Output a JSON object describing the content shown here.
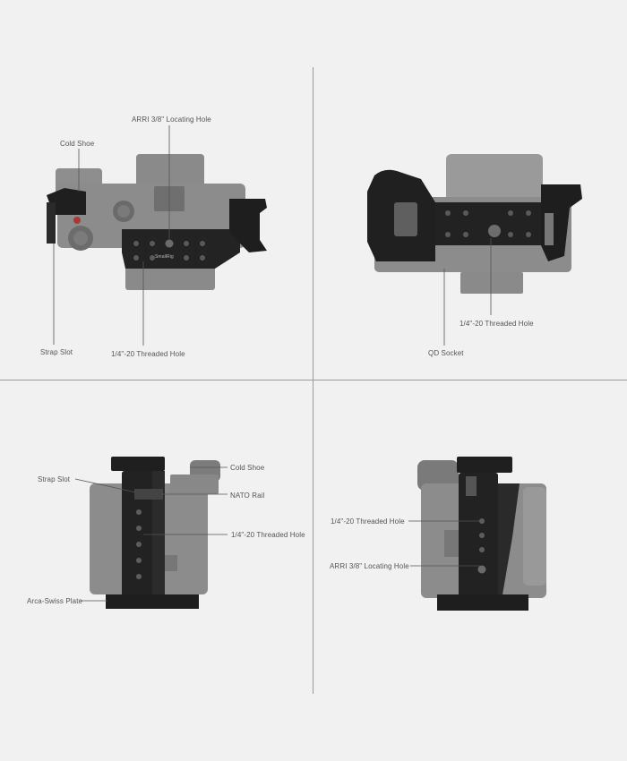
{
  "callouts": {
    "top_left": {
      "arri_locating_hole": "ARRI 3/8\" Locating Hole",
      "cold_shoe": "Cold Shoe",
      "strap_slot": "Strap Slot",
      "threaded_hole": "1/4\"-20 Threaded Hole"
    },
    "top_right": {
      "threaded_hole": "1/4\"-20 Threaded Hole",
      "qd_socket": "QD Socket"
    },
    "bottom_left": {
      "strap_slot": "Strap Slot",
      "cold_shoe": "Cold Shoe",
      "nato_rail": "NATO Rail",
      "threaded_hole": "1/4\"-20 Threaded Hole",
      "arca_swiss_plate": "Arca-Swiss Plate"
    },
    "bottom_right": {
      "threaded_hole": "1/4\"-20 Threaded Hole",
      "arri_locating_hole": "ARRI 3/8\" Locating Hole"
    }
  },
  "brand_mark": "SmallRig",
  "colors": {
    "background": "#f1f1f1",
    "camera_body": "#8c8c8c",
    "cage": "#1e1e1e",
    "divider": "#9a9a9a",
    "label_text": "#555555"
  }
}
